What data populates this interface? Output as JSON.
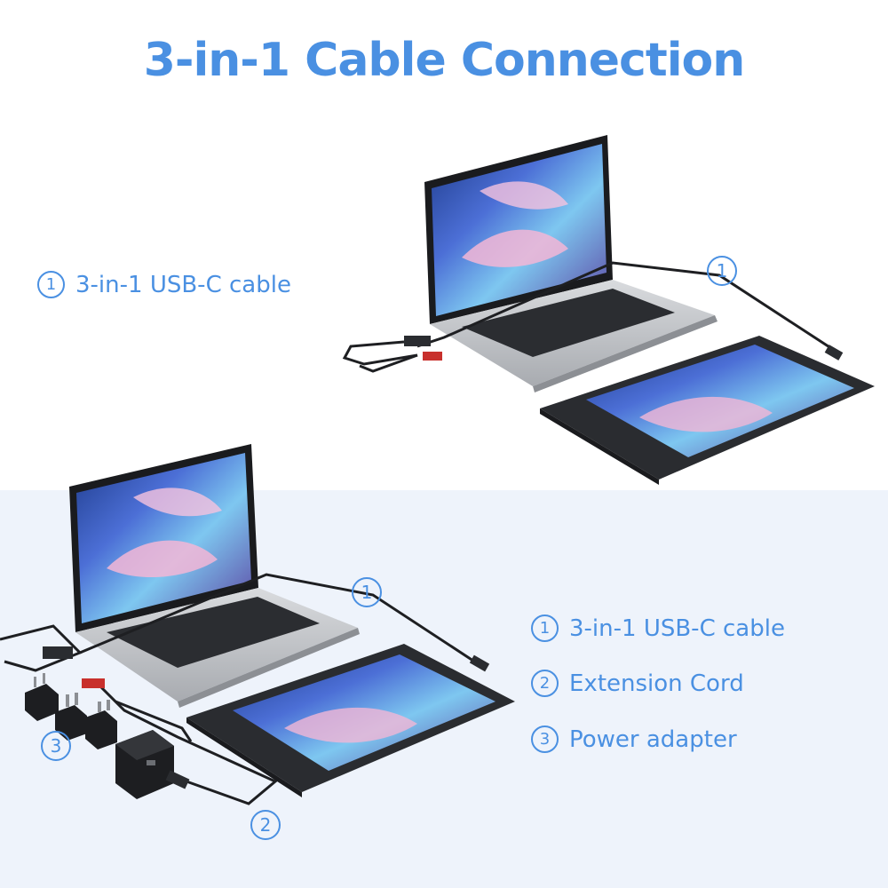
{
  "title": "3-in-1 Cable Connection",
  "top_scene": {
    "label_number": "1",
    "label_text": "3-in-1 USB-C cable",
    "marker": "1"
  },
  "bottom_scene": {
    "markers": [
      "1",
      "2",
      "3"
    ],
    "legend": [
      {
        "number": "1",
        "text": "3-in-1 USB-C cable"
      },
      {
        "number": "2",
        "text": "Extension Cord"
      },
      {
        "number": "3",
        "text": "Power adapter"
      }
    ]
  },
  "colors": {
    "accent": "#4a90e2",
    "bottom_background": "#eef3fb",
    "device_dark": "#2a2c30",
    "laptop_silver": "#c9cbce"
  },
  "icons": [
    "laptop-illustration",
    "drawing-tablet-illustration",
    "usb-c-cable",
    "power-adapter-icon",
    "plug-icon"
  ]
}
